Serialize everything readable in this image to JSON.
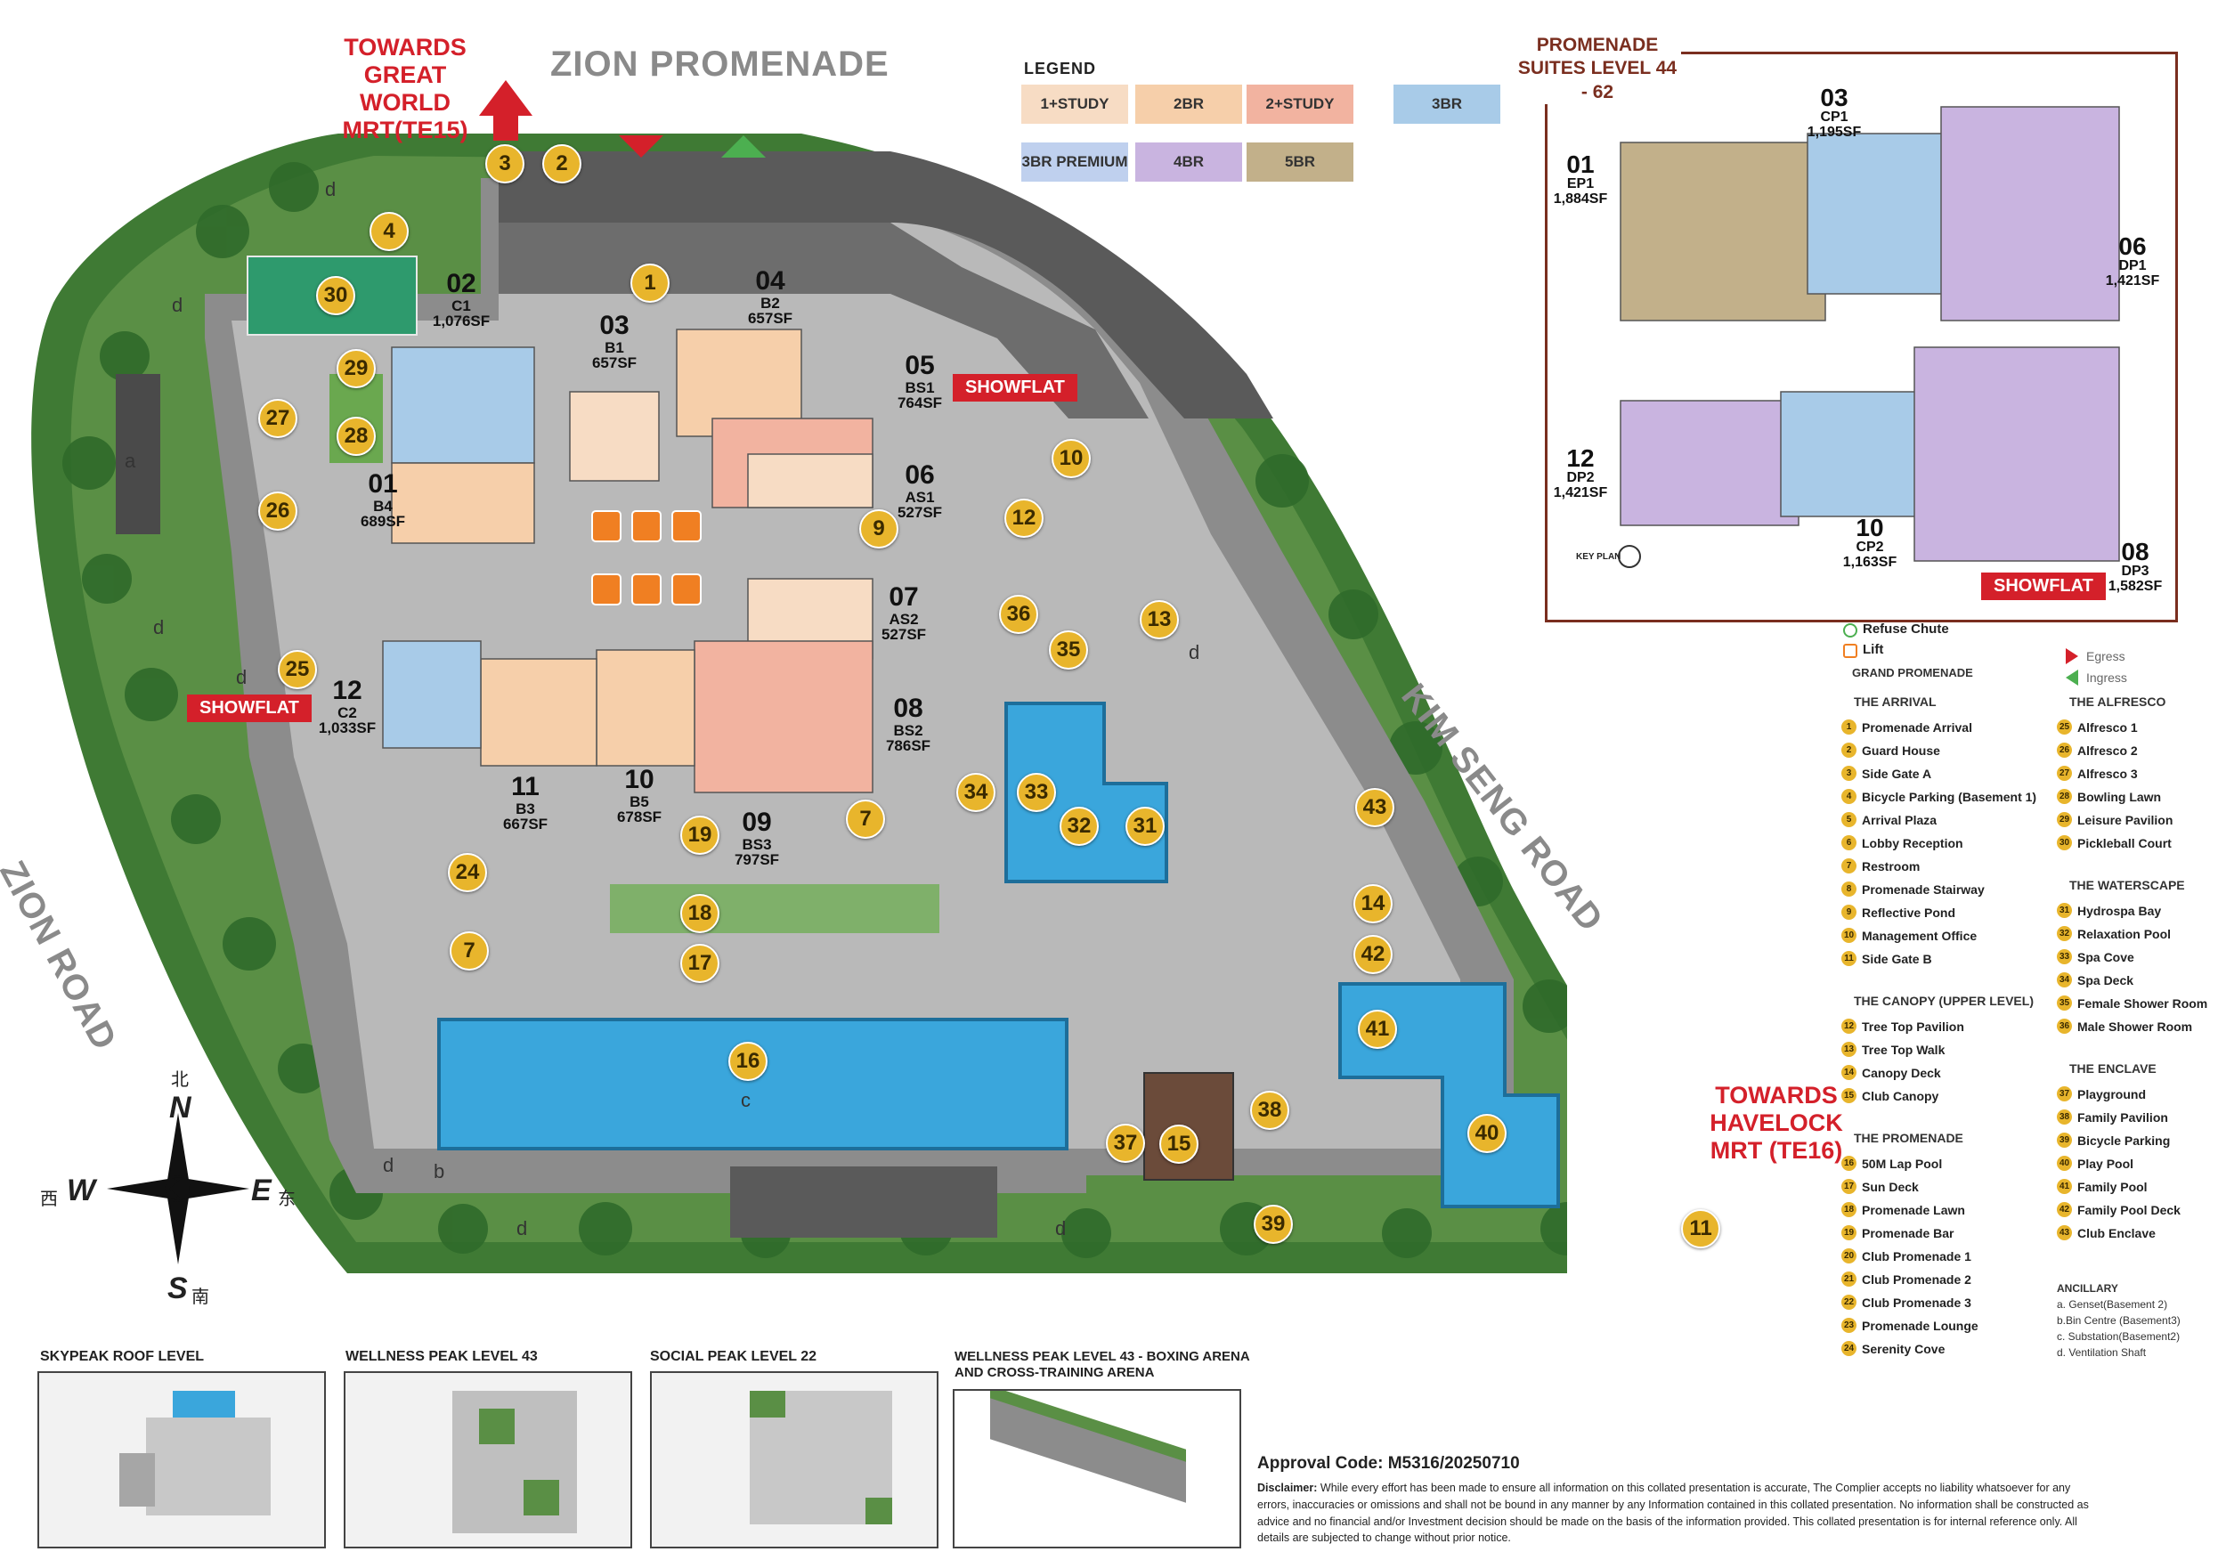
{
  "roads": {
    "zion_promenade": "ZION PROMENADE",
    "kim_seng_road": "KIM SENG ROAD",
    "zion_road": "ZION ROAD"
  },
  "directions": {
    "great_world": "TOWARDS GREAT WORLD MRT(TE15)",
    "havelock": "TOWARDS HAVELOCK MRT (TE16)"
  },
  "compass": {
    "n": "N",
    "s": "S",
    "e": "E",
    "w": "W",
    "n_cn": "北",
    "s_cn": "南",
    "e_cn": "东",
    "w_cn": "西"
  },
  "showflat": "SHOWFLAT",
  "units": [
    {
      "no": "01",
      "code": "B4",
      "size": "689SF"
    },
    {
      "no": "02",
      "code": "C1",
      "size": "1,076SF"
    },
    {
      "no": "03",
      "code": "B1",
      "size": "657SF"
    },
    {
      "no": "04",
      "code": "B2",
      "size": "657SF"
    },
    {
      "no": "05",
      "code": "BS1",
      "size": "764SF"
    },
    {
      "no": "06",
      "code": "AS1",
      "size": "527SF"
    },
    {
      "no": "07",
      "code": "AS2",
      "size": "527SF"
    },
    {
      "no": "08",
      "code": "BS2",
      "size": "786SF"
    },
    {
      "no": "09",
      "code": "BS3",
      "size": "797SF"
    },
    {
      "no": "10",
      "code": "B5",
      "size": "678SF"
    },
    {
      "no": "11",
      "code": "B3",
      "size": "667SF"
    },
    {
      "no": "12",
      "code": "C2",
      "size": "1,033SF"
    }
  ],
  "ancillary_letters": {
    "a": "a",
    "b": "b",
    "c": "c",
    "d": "d"
  },
  "legend": {
    "title": "LEGEND",
    "items": [
      {
        "label": "1+STUDY",
        "color": "#f7dcc4"
      },
      {
        "label": "2BR",
        "color": "#f6cfaa"
      },
      {
        "label": "2+STUDY",
        "color": "#f2b3a0"
      },
      {
        "label": "3BR",
        "color": "#a8cbe8"
      },
      {
        "label": "3BR PREMIUM",
        "color": "#bfd0ee"
      },
      {
        "label": "4BR",
        "color": "#c9b4e0"
      },
      {
        "label": "5BR",
        "color": "#c2b08a"
      }
    ]
  },
  "promenade_suites": {
    "title": "PROMENADE SUITES LEVEL 44 - 62",
    "units": [
      {
        "no": "01",
        "code": "EP1",
        "size": "1,884SF"
      },
      {
        "no": "03",
        "code": "CP1",
        "size": "1,195SF"
      },
      {
        "no": "06",
        "code": "DP1",
        "size": "1,421SF"
      },
      {
        "no": "12",
        "code": "DP2",
        "size": "1,421SF"
      },
      {
        "no": "10",
        "code": "CP2",
        "size": "1,163SF"
      },
      {
        "no": "08",
        "code": "DP3",
        "size": "1,582SF"
      }
    ],
    "key_plan": "KEY PLAN"
  },
  "symbols": {
    "refuse_chute": "Refuse Chute",
    "lift": "Lift",
    "egress": "Egress",
    "ingress": "Ingress"
  },
  "key": {
    "grand_promenade": "GRAND PROMENADE",
    "left_groups": [
      {
        "head": "THE ARRIVAL",
        "items": [
          {
            "n": "1",
            "t": "Promenade Arrival"
          },
          {
            "n": "2",
            "t": "Guard House"
          },
          {
            "n": "3",
            "t": "Side Gate A"
          },
          {
            "n": "4",
            "t": "Bicycle Parking (Basement 1)"
          },
          {
            "n": "5",
            "t": "Arrival Plaza"
          },
          {
            "n": "6",
            "t": "Lobby Reception"
          },
          {
            "n": "7",
            "t": "Restroom"
          },
          {
            "n": "8",
            "t": "Promenade Stairway"
          },
          {
            "n": "9",
            "t": "Reflective Pond"
          },
          {
            "n": "10",
            "t": "Management Office"
          },
          {
            "n": "11",
            "t": "Side Gate B"
          }
        ]
      },
      {
        "head": "THE CANOPY (UPPER LEVEL)",
        "items": [
          {
            "n": "12",
            "t": "Tree Top Pavilion"
          },
          {
            "n": "13",
            "t": "Tree Top Walk"
          },
          {
            "n": "14",
            "t": "Canopy Deck"
          },
          {
            "n": "15",
            "t": "Club Canopy"
          }
        ]
      },
      {
        "head": "THE PROMENADE",
        "items": [
          {
            "n": "16",
            "t": "50M Lap Pool"
          },
          {
            "n": "17",
            "t": "Sun Deck"
          },
          {
            "n": "18",
            "t": "Promenade Lawn"
          },
          {
            "n": "19",
            "t": "Promenade Bar"
          },
          {
            "n": "20",
            "t": "Club Promenade 1"
          },
          {
            "n": "21",
            "t": "Club Promenade 2"
          },
          {
            "n": "22",
            "t": "Club Promenade 3"
          },
          {
            "n": "23",
            "t": "Promenade Lounge"
          },
          {
            "n": "24",
            "t": "Serenity Cove"
          }
        ]
      }
    ],
    "right_groups": [
      {
        "head": "THE ALFRESCO",
        "items": [
          {
            "n": "25",
            "t": "Alfresco 1"
          },
          {
            "n": "26",
            "t": "Alfresco 2"
          },
          {
            "n": "27",
            "t": "Alfresco 3"
          },
          {
            "n": "28",
            "t": "Bowling Lawn"
          },
          {
            "n": "29",
            "t": "Leisure Pavilion"
          },
          {
            "n": "30",
            "t": "Pickleball Court"
          }
        ]
      },
      {
        "head": "THE WATERSCAPE",
        "items": [
          {
            "n": "31",
            "t": "Hydrospa Bay"
          },
          {
            "n": "32",
            "t": "Relaxation Pool"
          },
          {
            "n": "33",
            "t": "Spa Cove"
          },
          {
            "n": "34",
            "t": "Spa Deck"
          },
          {
            "n": "35",
            "t": "Female Shower Room"
          },
          {
            "n": "36",
            "t": "Male Shower Room"
          }
        ]
      },
      {
        "head": "THE ENCLAVE",
        "items": [
          {
            "n": "37",
            "t": "Playground"
          },
          {
            "n": "38",
            "t": "Family Pavilion"
          },
          {
            "n": "39",
            "t": "Bicycle Parking"
          },
          {
            "n": "40",
            "t": "Play Pool"
          },
          {
            "n": "41",
            "t": "Family Pool"
          },
          {
            "n": "42",
            "t": "Family Pool Deck"
          },
          {
            "n": "43",
            "t": "Club Enclave"
          }
        ]
      }
    ],
    "ancillary_head": "ANCILLARY",
    "ancillary": [
      "a. Genset(Basement 2)",
      "b.Bin Centre (Basement3)",
      "c. Substation(Basement2)",
      "d. Ventilation Shaft"
    ]
  },
  "insets": [
    {
      "title": "SKYPEAK ROOF LEVEL"
    },
    {
      "title": "WELLNESS PEAK LEVEL 43"
    },
    {
      "title": "SOCIAL PEAK LEVEL 22"
    },
    {
      "title": "WELLNESS PEAK LEVEL 43 - BOXING ARENA AND CROSS-TRAINING ARENA"
    }
  ],
  "approval": "Approval Code: M5316/20250710",
  "disclaimer": {
    "label": "Disclaimer:",
    "text": "While every effort has been made to ensure all information on this collated presentation is accurate, The Complier accepts no liability whatsoever for any errors, inaccuracies or omissions and shall not be bound in any manner by any Information contained in this collated presentation. No information shall be constructed as advice and no financial and/or Investment decision should be made on the basis of the information provided. This collated presentation is for internal reference only. All details are subjected to change without prior notice."
  }
}
